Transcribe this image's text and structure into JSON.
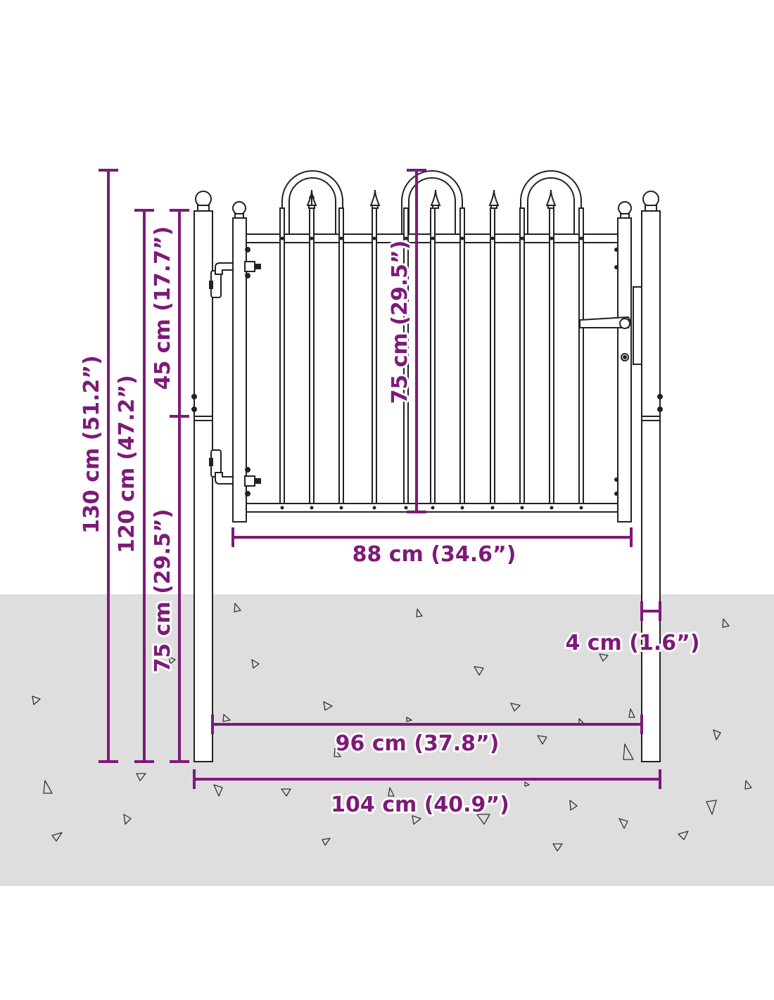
{
  "colors": {
    "dimension": "#7d1a78",
    "ground": "#dedede",
    "outline": "#222222",
    "background": "#ffffff"
  },
  "dimensions": {
    "total_height": "130 cm (51.2”)",
    "post_height": "120 cm (47.2”)",
    "gate_upper": "45 cm (17.7”)",
    "gate_lower": "75 cm (29.5”)",
    "gate_height_center": "75 cm (29.5”)",
    "gate_width": "88 cm (34.6”)",
    "post_width": "4 cm (1.6”)",
    "inner_width": "96 cm (37.8”)",
    "total_width": "104 cm (40.9”)"
  }
}
